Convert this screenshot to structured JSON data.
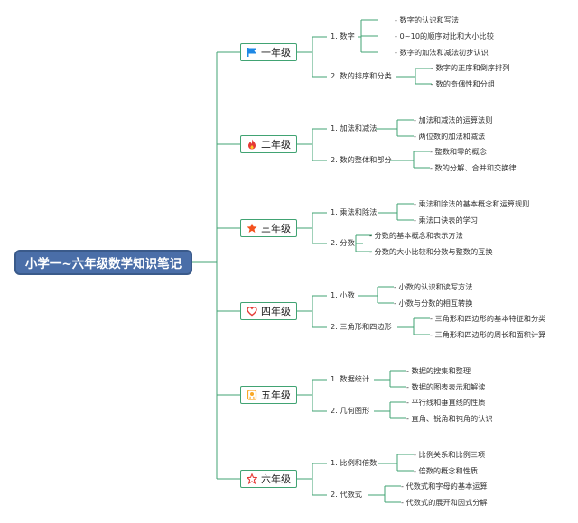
{
  "root": {
    "title": "小学一~六年级数学知识笔记"
  },
  "grades": [
    {
      "label": "一年级",
      "icon": "flag-icon",
      "icon_color": "#1e88e5",
      "topics": [
        {
          "label": "1. 数字",
          "items": [
            "- 数字的认识和写法",
            "- 0~10的顺序对比和大小比较",
            "- 数字的加法和减法初步认识"
          ]
        },
        {
          "label": "2. 数的排序和分类",
          "items": [
            "- 数字的正序和倒序排列",
            "- 数的奇偶性和分组"
          ]
        }
      ]
    },
    {
      "label": "二年级",
      "icon": "fire-icon",
      "icon_color": "#e53935",
      "topics": [
        {
          "label": "1. 加法和减法",
          "items": [
            "- 加法和减法的运算法则",
            "- 两位数的加法和减法"
          ]
        },
        {
          "label": "2. 数的整体和部分",
          "items": [
            "- 整数和零的概念",
            "- 数的分解、合并和交换律"
          ]
        }
      ]
    },
    {
      "label": "三年级",
      "icon": "star-icon",
      "icon_color": "#f4511e",
      "topics": [
        {
          "label": "1. 乘法和除法",
          "items": [
            "- 乘法和除法的基本概念和运算规则",
            "- 乘法口诀表的学习"
          ]
        },
        {
          "label": "2. 分数",
          "items": [
            "- 分数的基本概念和表示方法",
            "- 分数的大小比较和分数与整数的互换"
          ]
        }
      ]
    },
    {
      "label": "四年级",
      "icon": "heart-icon",
      "icon_color": "#e53935",
      "topics": [
        {
          "label": "1. 小数",
          "items": [
            "- 小数的认识和读写方法",
            "- 小数与分数的相互转换"
          ]
        },
        {
          "label": "2. 三角形和四边形",
          "items": [
            "- 三角形和四边形的基本特征和分类",
            "- 三角形和四边形的周长和面积计算"
          ]
        }
      ]
    },
    {
      "label": "五年级",
      "icon": "medal-icon",
      "icon_color": "#f9a825",
      "topics": [
        {
          "label": "1. 数据统计",
          "items": [
            "- 数据的搜集和整理",
            "- 数据的图表表示和解读"
          ]
        },
        {
          "label": "2. 几何图形",
          "items": [
            "- 平行线和垂直线的性质",
            "- 直角、锐角和钝角的认识"
          ]
        }
      ]
    },
    {
      "label": "六年级",
      "icon": "star-outline-icon",
      "icon_color": "#e53935",
      "topics": [
        {
          "label": "1. 比例和倍数",
          "items": [
            "- 比例关系和比例三项",
            "- 倍数的概念和性质"
          ]
        },
        {
          "label": "2. 代数式",
          "items": [
            "- 代数式和字母的基本运算",
            "- 代数式的展开和因式分解"
          ]
        }
      ]
    }
  ]
}
